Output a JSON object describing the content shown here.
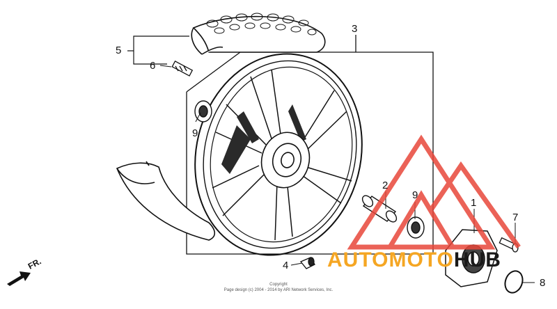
{
  "callouts": {
    "c1": "1",
    "c2": "2",
    "c3": "3",
    "c4": "4",
    "c5": "5",
    "c6": "6",
    "c7": "7",
    "c8": "8",
    "c9a": "9",
    "c9b": "9"
  },
  "direction_label": "FR.",
  "copyright": {
    "line1": "Copyright",
    "line2": "Page design (c) 2004 - 2014 by ARI Network Services, Inc."
  },
  "watermark": {
    "part1": "AUTOMOTO",
    "part2": "HUB",
    "color_part1": "#f5a623",
    "color_part2": "#1a1a1a",
    "logo_color": "#e8473a"
  }
}
